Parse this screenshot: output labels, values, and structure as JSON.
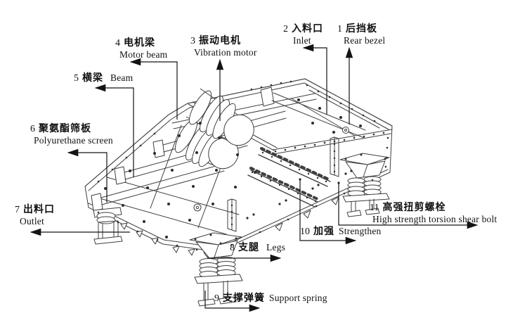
{
  "labels": [
    {
      "num": "1",
      "zh": "后挡板",
      "en": "Rear bezel"
    },
    {
      "num": "2",
      "zh": "入料口",
      "en": "Inlet"
    },
    {
      "num": "3",
      "zh": "振动电机",
      "en": "Vibration motor"
    },
    {
      "num": "4",
      "zh": "电机梁",
      "en": "Motor beam"
    },
    {
      "num": "5",
      "zh": "横梁",
      "en": "Beam"
    },
    {
      "num": "6",
      "zh": "聚氨酯筛板",
      "en": "Polyurethane screen"
    },
    {
      "num": "7",
      "zh": "出料口",
      "en": "Outlet"
    },
    {
      "num": "8",
      "zh": "支腿",
      "en": "Legs"
    },
    {
      "num": "9",
      "zh": "支撑弹簧",
      "en": "Support spring"
    },
    {
      "num": "10",
      "zh": "加强",
      "en": "Strengthen"
    },
    {
      "num": "11",
      "zh": "高强扭剪螺栓",
      "en": "High strength torsion shear bolt"
    }
  ],
  "colors": {
    "background": "#ffffff",
    "machine_line": "#3f3f3f",
    "leader_line": "#141414",
    "text": "#111111"
  }
}
